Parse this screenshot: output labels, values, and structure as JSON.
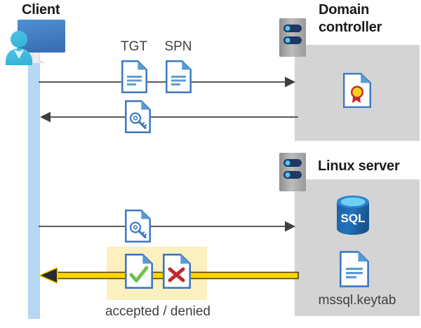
{
  "diagram": {
    "title": "Kerberos authentication flow between client, domain controller and Linux server",
    "type": "sequence-diagram"
  },
  "actors": {
    "client": {
      "label": "Client",
      "icon": "user-workstation-icon"
    },
    "domain_controller": {
      "label_line1": "Domain",
      "label_line2": "controller",
      "icon": "server-rack-icon",
      "contents": [
        {
          "name": "certificate-document-icon",
          "label": ""
        }
      ]
    },
    "linux_server": {
      "label": "Linux server",
      "icon": "server-rack-icon",
      "contents": [
        {
          "name": "sql-database-icon",
          "label": "SQL"
        },
        {
          "name": "keytab-document-icon",
          "label": "mssql.keytab"
        }
      ]
    }
  },
  "messages": [
    {
      "id": "msg-tgt-spn-request",
      "direction": "right",
      "from": "client",
      "to": "domain_controller",
      "artifacts": [
        {
          "name": "tgt-document-icon",
          "label": "TGT"
        },
        {
          "name": "spn-document-icon",
          "label": "SPN"
        }
      ]
    },
    {
      "id": "msg-service-ticket-response",
      "direction": "left",
      "from": "domain_controller",
      "to": "client",
      "artifacts": [
        {
          "name": "key-document-icon",
          "label": ""
        }
      ]
    },
    {
      "id": "msg-service-ticket-presented",
      "direction": "right",
      "from": "client",
      "to": "linux_server",
      "artifacts": [
        {
          "name": "key-document-icon",
          "label": ""
        }
      ]
    },
    {
      "id": "msg-auth-result",
      "direction": "left",
      "from": "linux_server",
      "to": "client",
      "highlighted": true,
      "caption": "accepted / denied",
      "artifacts": [
        {
          "name": "accepted-document-icon",
          "label": ""
        },
        {
          "name": "denied-document-icon",
          "label": ""
        }
      ]
    }
  ],
  "legend": {
    "result_caption": "accepted / denied"
  },
  "colors": {
    "panel_gray": "#d4d4d4",
    "lifeline_blue": "#b6d6f2",
    "highlight_yellow": "#fcf0bf",
    "arrow_gray": "#595959",
    "arrow_gold": "#ffd400",
    "doc_blue": "#3b78c3",
    "accent_blue": "#2f6cb5",
    "accept_green": "#70c050",
    "deny_red": "#c0282d",
    "sql_blue": "#1f6fb5",
    "cert_gold": "#f6d117",
    "cert_red": "#c0282d",
    "text_dark": "#1a1a1a",
    "text_body": "#404040"
  }
}
